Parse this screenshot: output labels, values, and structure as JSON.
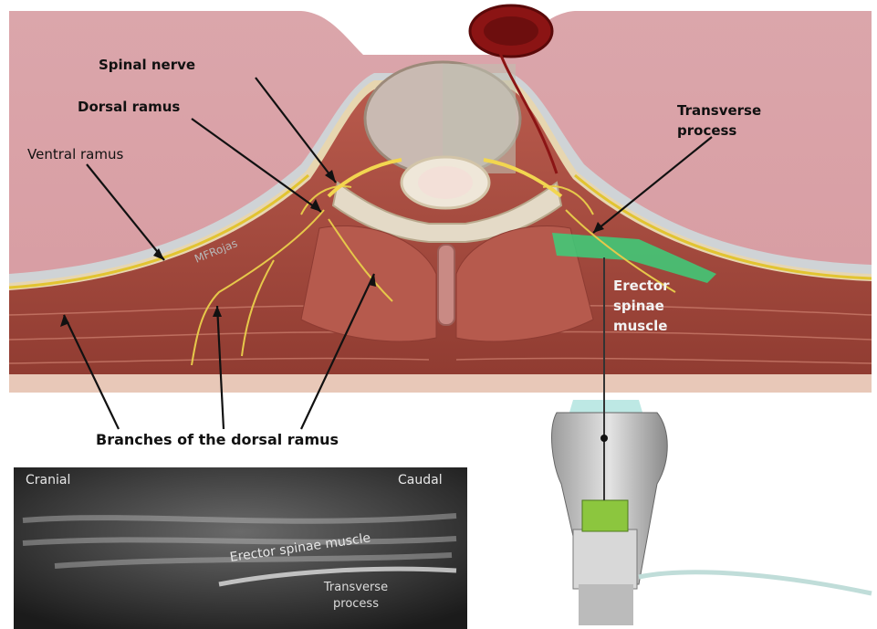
{
  "labels": {
    "spinal_nerve": "Spinal nerve",
    "dorsal_ramus": "Dorsal ramus",
    "ventral_ramus": "Ventral ramus",
    "transverse_process": "Transverse process",
    "erector_spinae_muscle": "Erector spinae muscle",
    "branches": "Branches of the dorsal ramus",
    "signature": "MFRojas"
  },
  "ultrasound": {
    "cranial": "Cranial",
    "caudal": "Caudal",
    "muscle": "Erector spinae muscle",
    "process": "Transverse process"
  },
  "colors": {
    "skin": "#d9a2a8",
    "muscle": "#a34a3f",
    "nerve": "#e2c431",
    "injectate": "#3ccf7a",
    "bone": "#ede3d0",
    "vessel": "#8b1414"
  }
}
